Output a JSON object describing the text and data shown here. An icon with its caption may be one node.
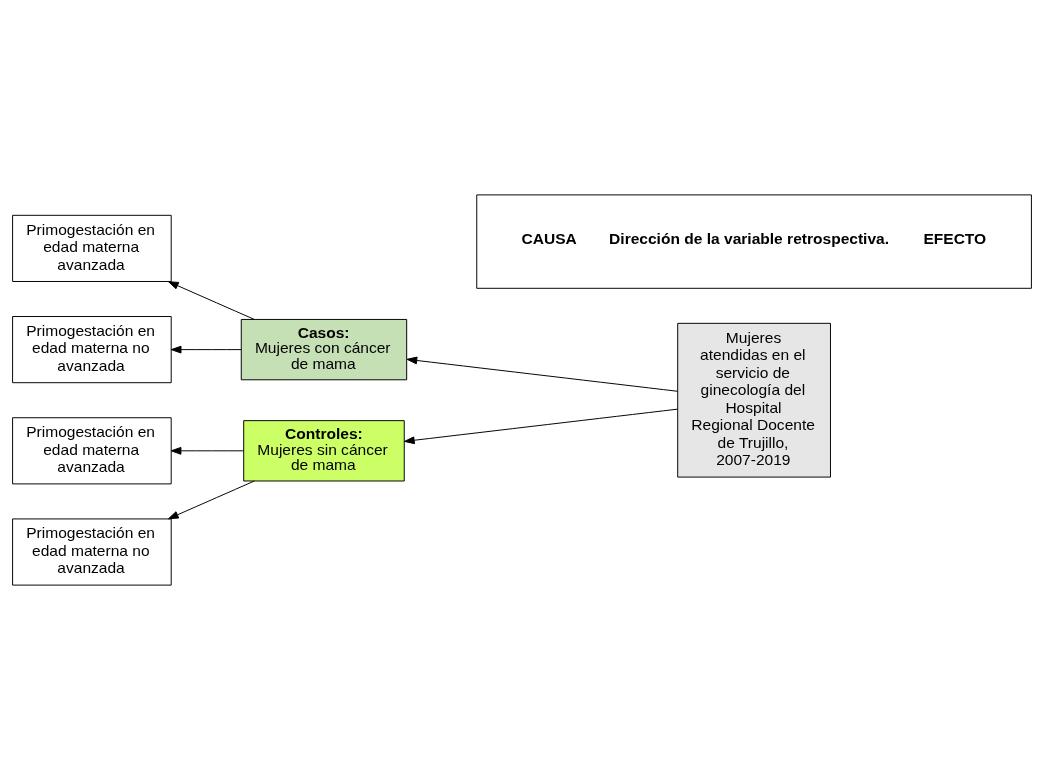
{
  "diagram": {
    "nodes": [
      {
        "text": [
          "Primogestación en edad materna avanzada"
        ]
      },
      {
        "text": [
          "Primogestación en edad materna no avanzada"
        ]
      },
      {
        "text": [
          "Casos:",
          "Mujeres con cáncer de mama"
        ]
      },
      {
        "text": [
          "Primogestación en edad materna avanzada"
        ]
      },
      {
        "text": [
          "Controles:",
          "Mujeres sin cáncer de mama"
        ]
      },
      {
        "text": [
          "Mujeres atendidas en el servicio de ginecología del Hospital Regional Docente de Trujillo, 2007-2019"
        ]
      },
      {
        "text": [
          "Primogestación en edad materna no avanzada"
        ]
      },
      {
        "text": [
          "CAUSA",
          "Dirección de la variable retrospectiva.",
          "EFECTO"
        ]
      }
    ],
    "edges": [
      {
        "from": 2,
        "to": 0,
        "arrow": "to"
      },
      {
        "from": 2,
        "to": 1,
        "arrow": "to"
      },
      {
        "from": 5,
        "to": 2,
        "arrow": "to"
      },
      {
        "from": 4,
        "to": 3,
        "arrow": "to"
      },
      {
        "from": 5,
        "to": 4,
        "arrow": "to"
      },
      {
        "from": 4,
        "to": 6,
        "arrow": "to"
      }
    ]
  }
}
